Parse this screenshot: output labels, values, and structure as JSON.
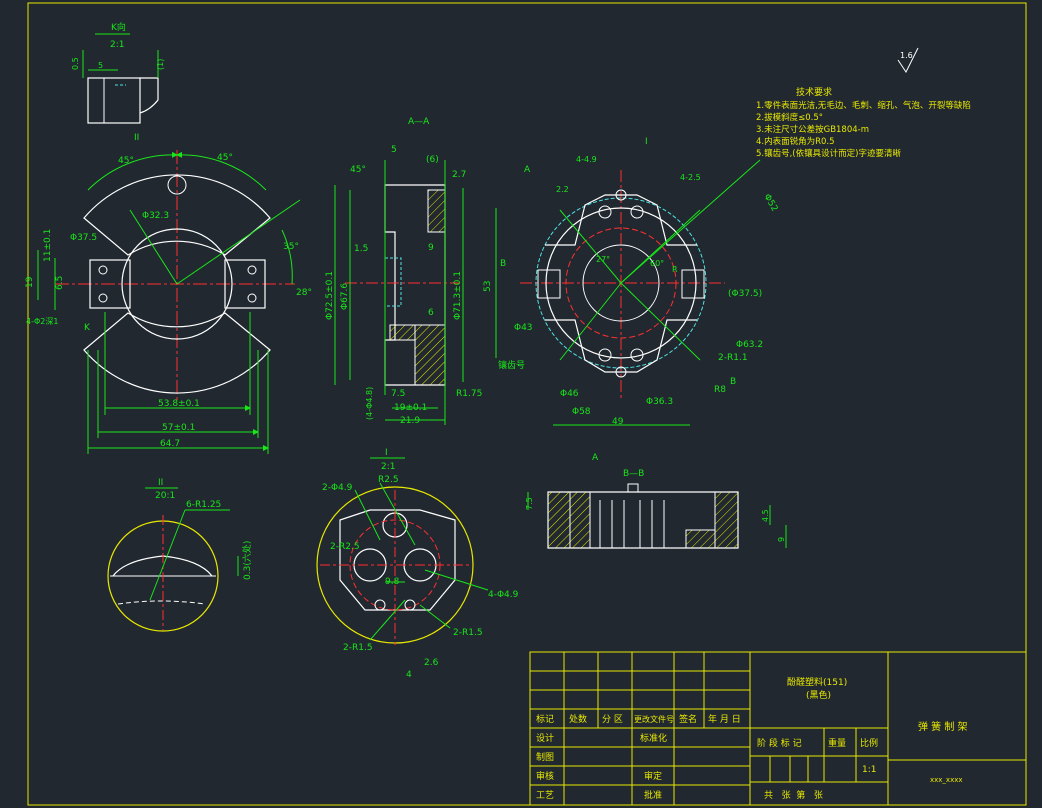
{
  "colors": {
    "background": "#212830",
    "outline": "#ffffff",
    "dimension": "#19e619",
    "centerline": "#ff3030",
    "hatch": "#e8e800",
    "hidden": "#4fe3e3",
    "detail_circle": "#e8e800",
    "border": "#e8e800"
  },
  "views": {
    "k_view": {
      "title": "K向",
      "scale": "2:1",
      "dims": [
        "0.5",
        "5",
        "(1)"
      ]
    },
    "section_aa": {
      "title": "A—A",
      "dims": [
        "45°",
        "5",
        "(6)",
        "2.7",
        "1.5",
        "9",
        "6",
        "7.5",
        "(4-Φ4.8)",
        "19±0.1",
        "21.9",
        "R1.75",
        "Φ72.5±0.1",
        "Φ67.6",
        "Φ71.3±0.1"
      ]
    },
    "front_view": {
      "dims": [
        "45°",
        "45°",
        "Φ32.3",
        "Φ37.5",
        "35°",
        "28°",
        "11±0.1",
        "6.5",
        "19",
        "4-Φ2深1",
        "53.8±0.1",
        "57±0.1",
        "64.7"
      ],
      "labels": [
        "II",
        "K"
      ]
    },
    "right_view": {
      "dims": [
        "4-4.9",
        "2.2",
        "4-2.5",
        "Φ52",
        "27°",
        "60°",
        "R",
        "53",
        "Φ43",
        "(Φ37.5)",
        "Φ63.2",
        "2-R1.1",
        "R8",
        "Φ46",
        "Φ36.3",
        "Φ58",
        "49"
      ],
      "labels": [
        "A",
        "A",
        "B",
        "B",
        "I",
        "镶齿号"
      ]
    },
    "detail_ii": {
      "title": "II",
      "scale": "20:1",
      "dims": [
        "6-R1.25",
        "0.3(六处)"
      ]
    },
    "detail_i": {
      "title": "I",
      "scale": "2:1",
      "dims": [
        "R2.5",
        "2-Φ4.9",
        "2-R2.5",
        "9.8",
        "4-Φ4.9",
        "2-R1.5",
        "2-R1.5",
        "2.6",
        "4"
      ]
    },
    "section_bb": {
      "title": "B—B",
      "dims": [
        "7.5",
        "4.5",
        "9"
      ]
    }
  },
  "roughness": {
    "value": "1.6"
  },
  "tech_requirements": {
    "heading": "技术要求",
    "items": [
      "1.零件表面光洁,无毛边、毛刺、缩孔、气泡、开裂等缺陷",
      "2.拔模斜度≤0.5°",
      "3.未注尺寸公差按GB1804-m",
      "4.内表面锐角为R0.5",
      "5.镶齿号,(依镶具设计而定)字迹要清晰"
    ]
  },
  "title_block": {
    "material": "酚醛塑料(151)",
    "material_note": "(黑色)",
    "part_name": "弹 簧 制 架",
    "drawing_no": "xxx_xxxx",
    "header_cells": [
      "标记",
      "处数",
      "分 区",
      "更改文件号",
      "签名",
      "年 月 日"
    ],
    "left_rows": [
      "设计",
      "制图",
      "审核",
      "工艺"
    ],
    "mid_labels": [
      "标准化",
      "审定",
      "批准"
    ],
    "stage_labels": [
      "阶 段 标 记",
      "重量",
      "比例"
    ],
    "scale": "1:1",
    "sheet": "共   张  第   张"
  }
}
